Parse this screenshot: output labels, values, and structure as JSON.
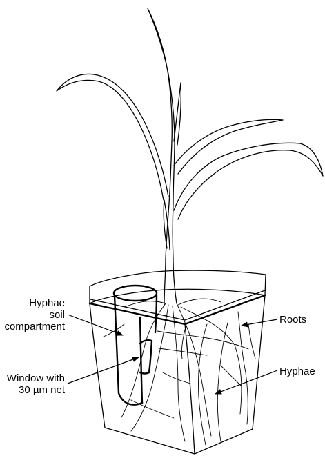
{
  "labels": {
    "hyphae_compartment_line1": "Hyphae",
    "hyphae_compartment_line2": "soil",
    "hyphae_compartment_line3": "compartment",
    "window_line1": "Window with",
    "window_line2": "30 µm net",
    "roots": "Roots",
    "hyphae": "Hyphae"
  },
  "colors": {
    "line": "#000000",
    "background": "#ffffff"
  }
}
